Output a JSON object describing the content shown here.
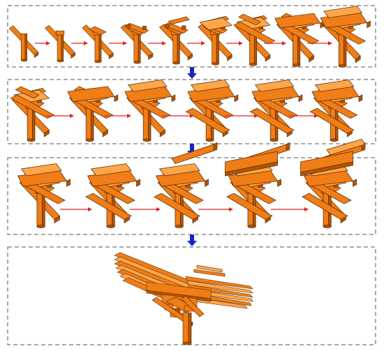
{
  "colors": {
    "wood": "#f07d16",
    "wood_dark": "#b55500",
    "wood_light": "#ffa64a",
    "outline": "#5a2a00",
    "panel_border": "#555555",
    "step_arrow": "#e02020",
    "stage_arrow": "#1426c8"
  },
  "panels": [
    {
      "name": "stage-1",
      "step_count": 9
    },
    {
      "name": "stage-2",
      "step_count": 6
    },
    {
      "name": "stage-3",
      "step_count": 5
    },
    {
      "name": "stage-4",
      "step_count": 1
    }
  ],
  "icons": {
    "step_arrow": "red-right-arrow-icon",
    "stage_arrow": "blue-down-arrow-icon"
  }
}
